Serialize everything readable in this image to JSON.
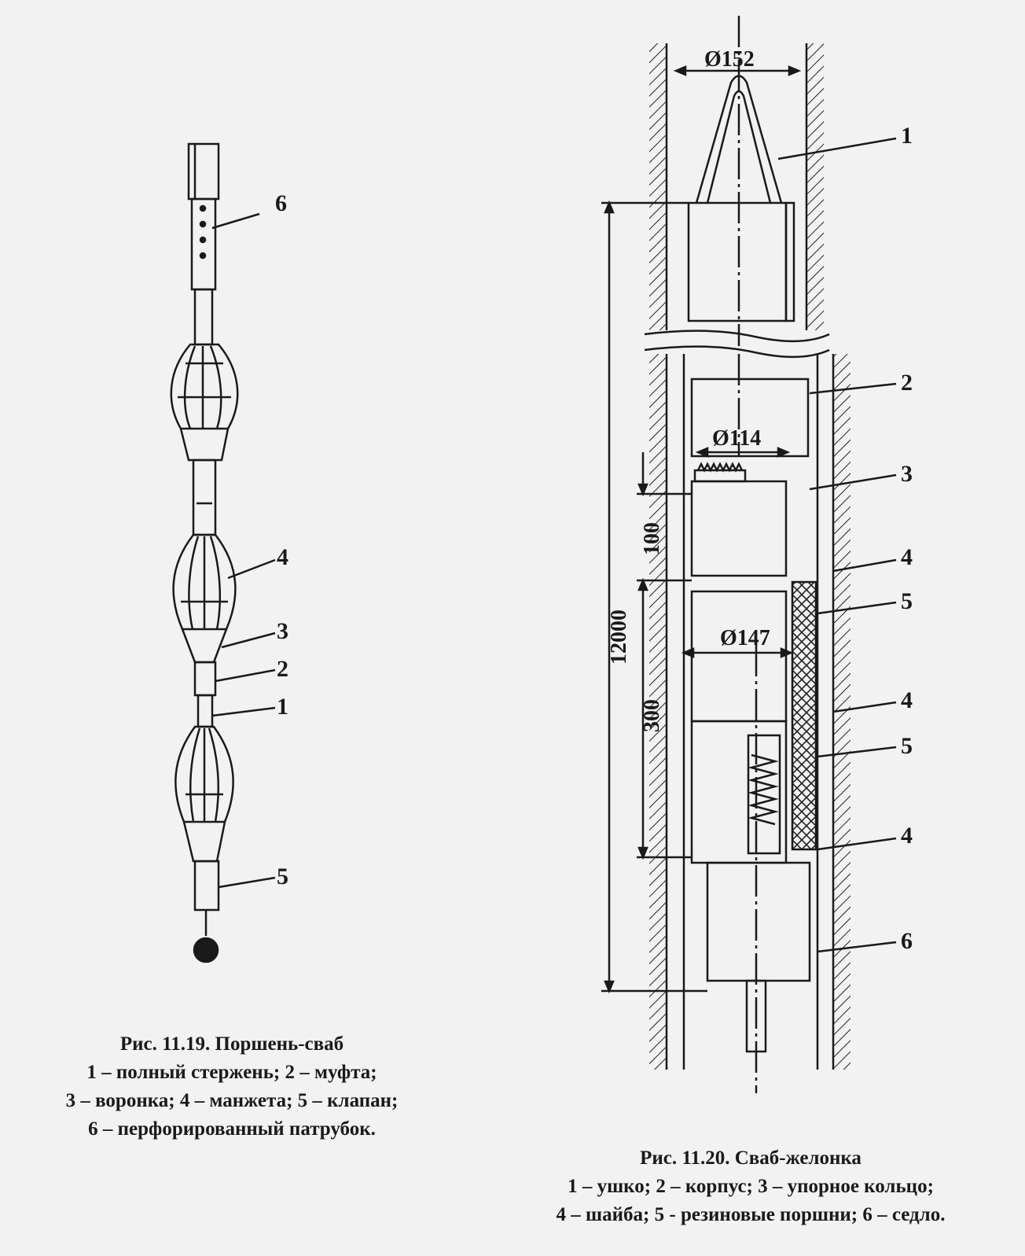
{
  "figure_left": {
    "callouts": [
      "6",
      "4",
      "3",
      "2",
      "1",
      "5"
    ],
    "caption": {
      "title": "Рис. 11.19. Поршень-сваб",
      "lines": [
        "1 – полный стержень; 2 – муфта;",
        "3 – воронка; 4 – манжета; 5 – клапан;",
        "6 – перфорированный патрубок."
      ]
    }
  },
  "figure_right": {
    "callouts": [
      "1",
      "2",
      "3",
      "4",
      "5",
      "4",
      "5",
      "4",
      "6"
    ],
    "dimensions": {
      "outer_diameter": "Ø152",
      "body_diameter": "Ø114",
      "piston_diameter": "Ø147",
      "length_total": "12000",
      "length_100": "100",
      "length_300": "300"
    },
    "caption": {
      "title": "Рис. 11.20. Сваб-желонка",
      "lines": [
        "1 – ушко; 2 – корпус; 3 – упорное кольцо;",
        "4 – шайба; 5 - резиновые поршни; 6 – седло."
      ]
    }
  }
}
